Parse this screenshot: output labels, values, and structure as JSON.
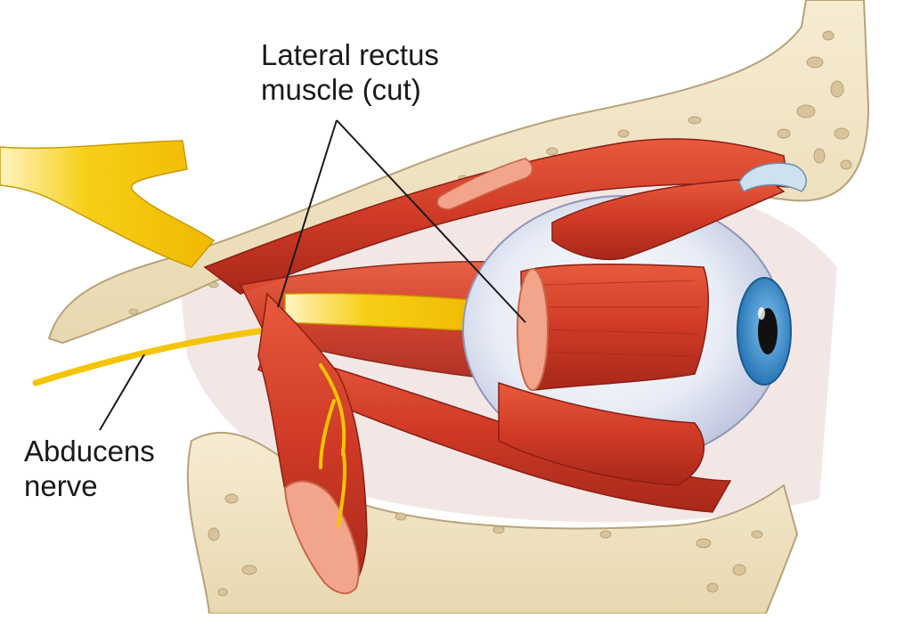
{
  "labels": {
    "lateral_rectus": {
      "line1": "Lateral rectus",
      "line2": "muscle (cut)"
    },
    "abducens": {
      "line1": "Abducens",
      "line2": "nerve"
    }
  },
  "colors": {
    "bone": "#f0e4c4",
    "bone_edge": "#b8a27a",
    "muscle": "#d8442e",
    "muscle_dark": "#a82a1c",
    "muscle_cut": "#f4a98f",
    "nerve": "#f5c400",
    "eye_white": "#eef0f8",
    "iris": "#3d8fd0"
  }
}
